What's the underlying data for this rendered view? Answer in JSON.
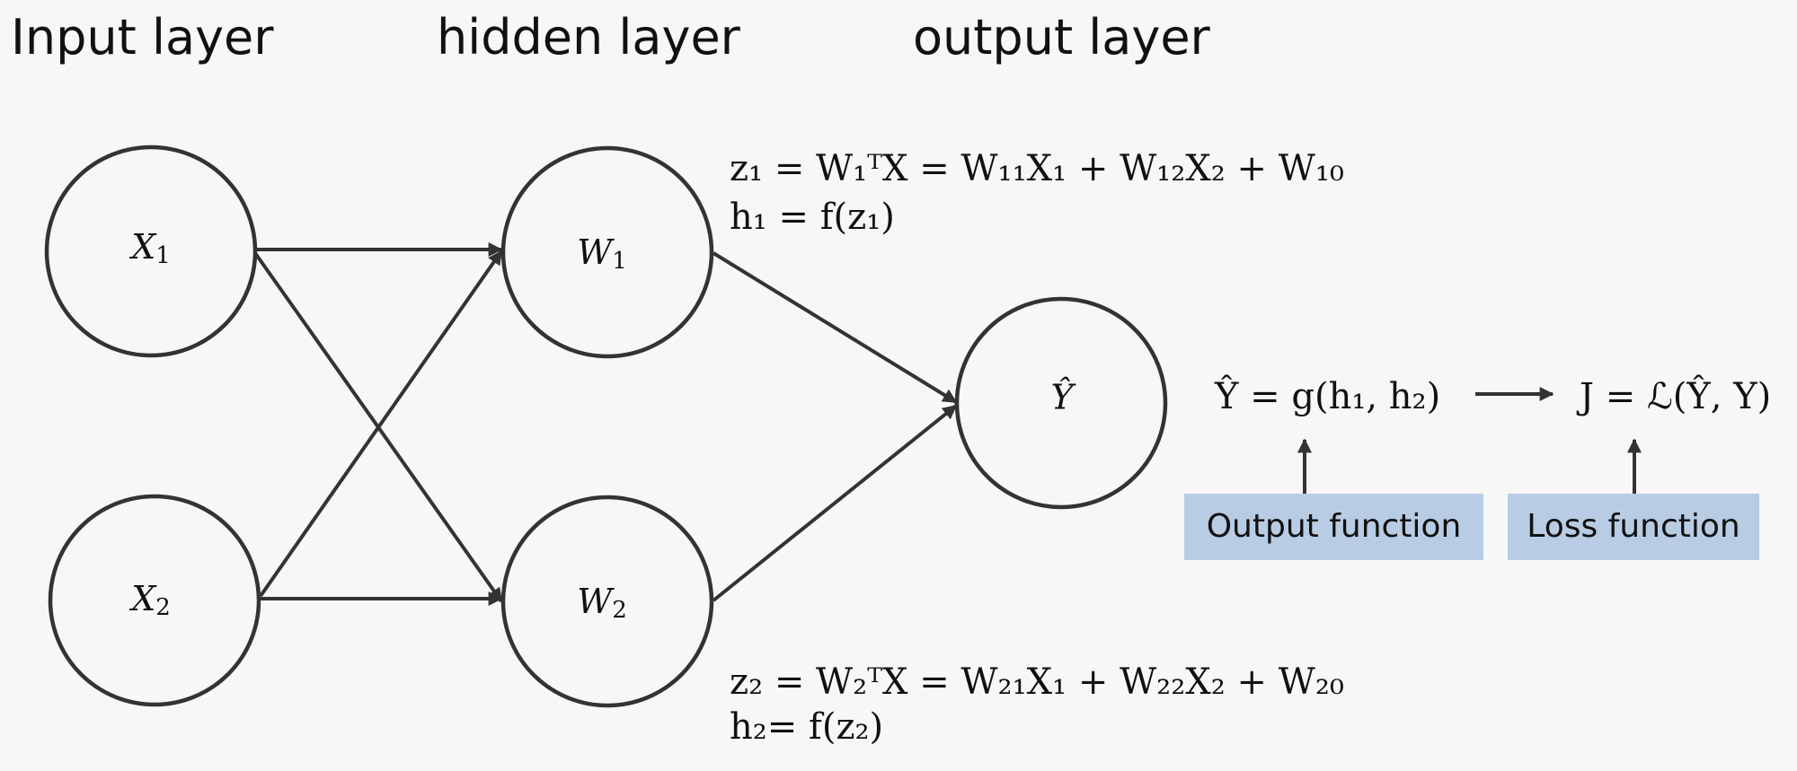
{
  "titles": {
    "input": "Input layer",
    "hidden": "hidden layer",
    "output": "output layer"
  },
  "nodes": {
    "x1": {
      "base": "X",
      "sub": "1"
    },
    "x2": {
      "base": "X",
      "sub": "2"
    },
    "w1": {
      "base": "W",
      "sub": "1"
    },
    "w2": {
      "base": "W",
      "sub": "2"
    },
    "y": {
      "base": "Ŷ"
    }
  },
  "equations": {
    "z1_line": "z₁ = W₁ᵀX = W₁₁X₁ + W₁₂X₂ + W₁₀",
    "h1_line": "h₁ = f(z₁)",
    "z2_line": "z₂ = W₂ᵀX = W₂₁X₁ + W₂₂X₂ + W₂₀",
    "h2_line": "h₂= f(z₂)",
    "output_eq": "Ŷ = g(h₁, h₂)",
    "loss_eq": "J = ℒ(Ŷ, Y)"
  },
  "boxes": {
    "output_function": "Output function",
    "loss_function": "Loss function"
  },
  "colors": {
    "background": "#f7f7f7",
    "stroke": "#333333",
    "box_fill": "#b8cce4"
  }
}
